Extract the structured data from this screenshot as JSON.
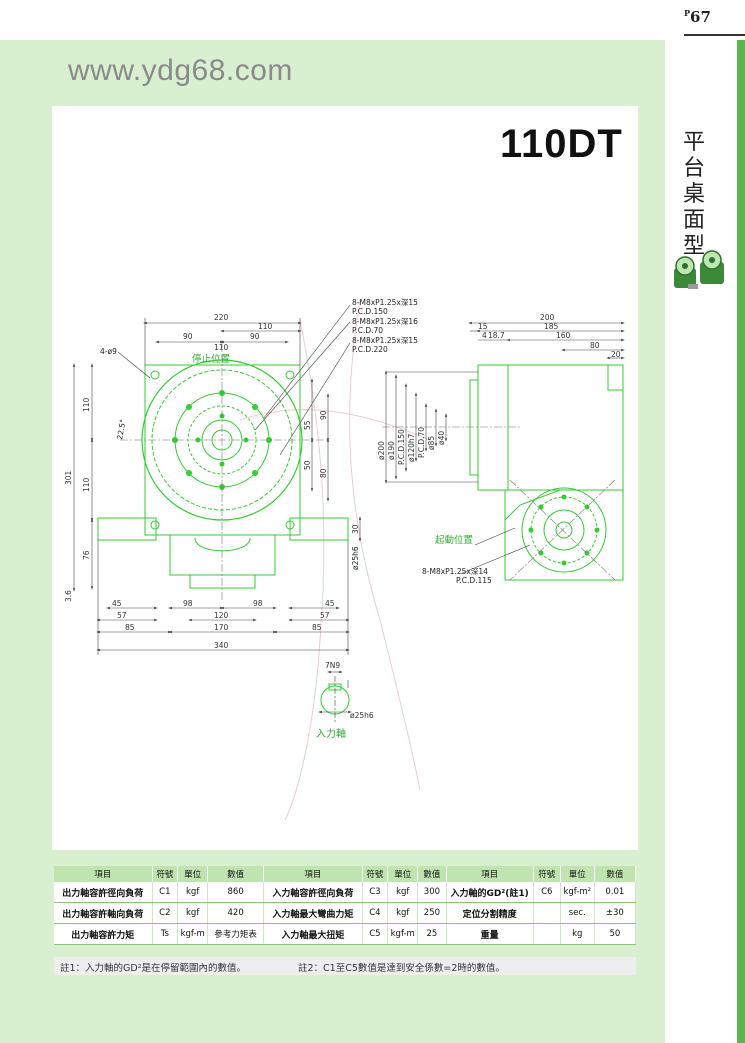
{
  "page": {
    "number_prefix": "P",
    "number": "67",
    "website": "www.ydg68.com",
    "model": "110DT",
    "category_chars": [
      "平",
      "台",
      "桌",
      "面",
      "型"
    ]
  },
  "colors": {
    "panel": "#d8f0d0",
    "accent": "#5ab84a",
    "drawing_green": "#33cc33",
    "dim_line": "#444444"
  },
  "drawing": {
    "callouts": {
      "hole_note_1": "8-M8xP1.25x深15",
      "pcd_1": "P.C.D.150",
      "hole_note_2": "8-M8xP1.25x深16",
      "pcd_2": "P.C.D.70",
      "hole_note_3": "8-M8xP1.25x深15",
      "pcd_3": "P.C.D.220",
      "hole_note_4": "8-M8xP1.25x深14",
      "pcd_4": "P.C.D.115",
      "corner_holes": "4-ø9",
      "stop_position": "停止位置",
      "start_position": "起動位置",
      "input_shaft": "入力軸",
      "angle": "22.5°",
      "shaft_key": "7N9",
      "shaft_dia_side": "ø25h6",
      "shaft_dia_detail": "ø25h6"
    },
    "front_dims": {
      "w220": "220",
      "w110a": "110",
      "w90a": "90",
      "w90b": "90",
      "w110b": "110",
      "h110a": "110",
      "h110b": "110",
      "h301": "301",
      "h76": "76",
      "h3_6": "3.6",
      "h90": "90",
      "h55": "55",
      "h50": "50",
      "h80": "80",
      "h30": "30",
      "b45a": "45",
      "b57a": "57",
      "b85a": "85",
      "b98a": "98",
      "b98b": "98",
      "b120": "120",
      "b170": "170",
      "b45b": "45",
      "b57b": "57",
      "b85b": "85",
      "b340": "340"
    },
    "side_dims": {
      "t200": "200",
      "t185": "185",
      "t15": "15",
      "t4": "4",
      "t18_7": "18.7",
      "t160": "160",
      "t80": "80",
      "t20": "20",
      "d200": "ø200",
      "d190": "ø190",
      "d150": "P.C.D.150",
      "d120": "ø120h7",
      "d70": "P.C.D.70",
      "d85": "ø85",
      "d40": "ø40"
    }
  },
  "table": {
    "headers": [
      "項目",
      "符號",
      "單位",
      "數值",
      "項目",
      "符號",
      "單位",
      "數值",
      "項目",
      "符號",
      "單位",
      "數值"
    ],
    "rows": [
      [
        "出力軸容許徑向負荷",
        "C1",
        "kgf",
        "860",
        "入力軸容許徑向負荷",
        "C3",
        "kgf",
        "300",
        "入力軸的GD²(註1)",
        "C6",
        "kgf-m²",
        "0.01"
      ],
      [
        "出力軸容許軸向負荷",
        "C2",
        "kgf",
        "420",
        "入力軸最大彎曲力矩",
        "C4",
        "kgf",
        "250",
        "定位分割精度",
        "",
        "sec.",
        "±30"
      ],
      [
        "出力軸容許力矩",
        "Ts",
        "kgf-m",
        "參考力矩表",
        "入力軸最大扭矩",
        "C5",
        "kgf-m",
        "25",
        "重量",
        "",
        "kg",
        "50"
      ]
    ]
  },
  "notes": {
    "note1": "註1：入力軸的GD²是在停留範圍內的數值。",
    "note2": "註2：C1至C5數值是達到安全係數=2時的數值。"
  }
}
